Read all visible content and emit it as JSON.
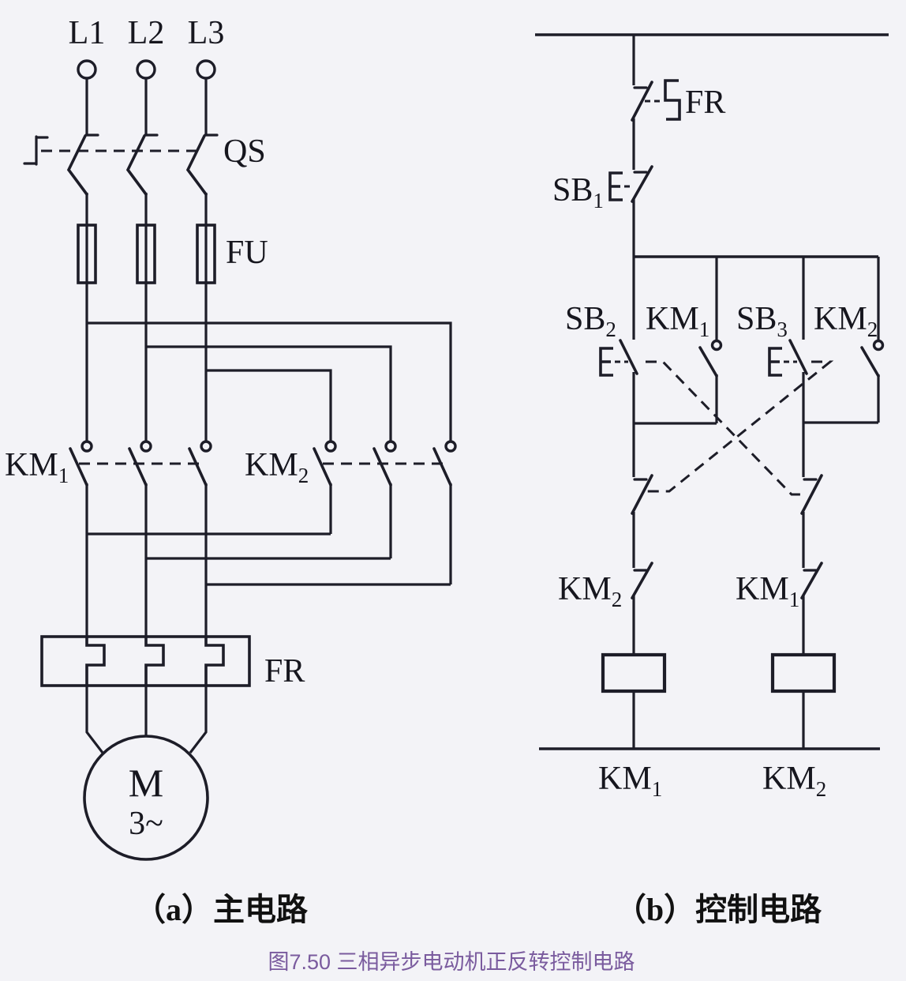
{
  "colors": {
    "line": "#1d1d28",
    "background": "#f3f3f7",
    "figure_caption": "#7a5b9e"
  },
  "main_circuit": {
    "phase_labels": [
      "L1",
      "L2",
      "L3"
    ],
    "switch_label": "QS",
    "fuse_label": "FU",
    "contactor1": {
      "base": "KM",
      "sub": "1"
    },
    "contactor2": {
      "base": "KM",
      "sub": "2"
    },
    "thermal_relay_label": "FR",
    "motor": {
      "letter": "M",
      "phases": "3~"
    },
    "caption": "（a）主电路"
  },
  "control_circuit": {
    "thermal_relay_label": "FR",
    "stop_button": {
      "base": "SB",
      "sub": "1"
    },
    "forward_button": {
      "base": "SB",
      "sub": "2"
    },
    "forward_aux_contact": {
      "base": "KM",
      "sub": "1"
    },
    "reverse_button": {
      "base": "SB",
      "sub": "3"
    },
    "reverse_aux_contact": {
      "base": "KM",
      "sub": "2"
    },
    "interlock_left": {
      "base": "KM",
      "sub": "2"
    },
    "interlock_right": {
      "base": "KM",
      "sub": "1"
    },
    "coil_left_label": {
      "base": "KM",
      "sub": "1"
    },
    "coil_right_label": {
      "base": "KM",
      "sub": "2"
    },
    "caption": "（b）控制电路"
  },
  "figure_caption": "图7.50 三相异步电动机正反转控制电路"
}
